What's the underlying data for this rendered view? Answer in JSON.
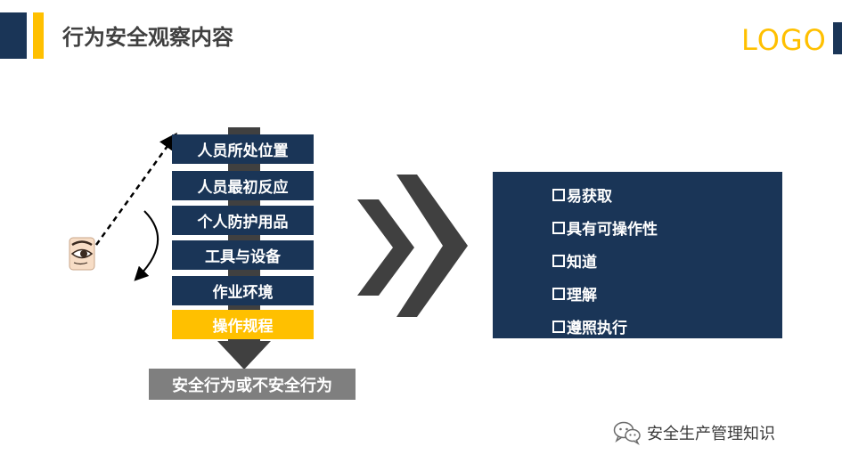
{
  "slide": {
    "title": "行为安全观察内容",
    "logo_text": "LOGO"
  },
  "observation_stack": [
    {
      "label": "人员所处位置",
      "highlighted": false
    },
    {
      "label": "人员最初反应",
      "highlighted": false
    },
    {
      "label": "个人防护用品",
      "highlighted": false
    },
    {
      "label": "工具与设备",
      "highlighted": false
    },
    {
      "label": "作业环境",
      "highlighted": false
    },
    {
      "label": "操作规程",
      "highlighted": true
    }
  ],
  "outcome_label": "安全行为或不安全行为",
  "requirements": [
    {
      "label": "易获取"
    },
    {
      "label": "具有可操作性"
    },
    {
      "label": "知道"
    },
    {
      "label": "理解"
    },
    {
      "label": "遵照执行"
    }
  ],
  "watermark": {
    "icon": "wechat-icon",
    "text": "安全生产管理知识"
  },
  "colors": {
    "navy": "#1a3557",
    "accent": "#ffc000",
    "gray_box": "#7f7f7f",
    "dark_arrow": "#404040"
  }
}
